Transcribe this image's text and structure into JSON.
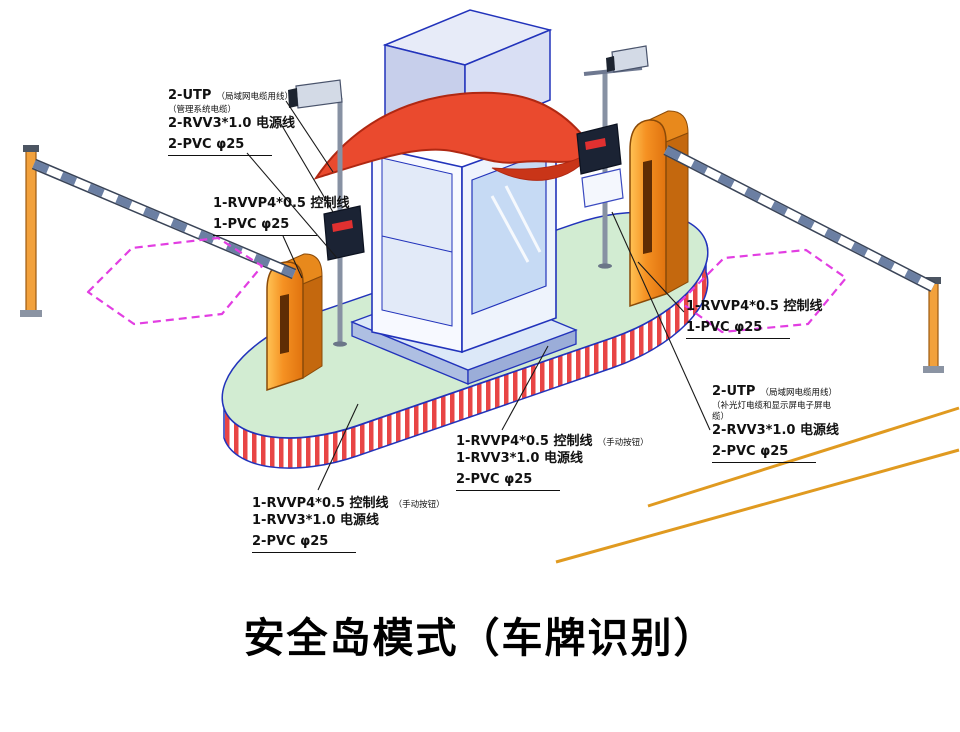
{
  "title": "安全岛模式（车牌识别）",
  "labels": {
    "top_left": {
      "line1": "2-UTP",
      "line1_paren": "（局域网电缆用线）",
      "line2": "（管理系统电缆）",
      "line3": "2-RVV3*1.0 电源线",
      "line4": "2-PVC φ25"
    },
    "left_mid": {
      "line1": "1-RVVP4*0.5 控制线",
      "line2": "1-PVC φ25"
    },
    "right_mid": {
      "line1": "1-RVVP4*0.5 控制线",
      "line2": "1-PVC φ25"
    },
    "right_lower": {
      "line1": "2-UTP",
      "line1_paren": "（局域网电缆用线）",
      "line2": "（补光灯电缆和显示屏电子屏电缆）",
      "line3": "2-RVV3*1.0 电源线",
      "line4": "2-PVC φ25"
    },
    "center_bottom": {
      "line1": "1-RVVP4*0.5 控制线",
      "line1_paren": "（手动按钮）",
      "line2": "1-RVV3*1.0 电源线",
      "line3": "2-PVC φ25"
    },
    "left_bottom": {
      "line1": "1-RVVP4*0.5 控制线",
      "line1_paren": "（手动按钮）",
      "line2": "1-RVV3*1.0 电源线",
      "line3": "2-PVC φ25"
    }
  },
  "colors": {
    "outline_blue": "#2233bb",
    "island_green": "#d2ecd2",
    "stripe_red": "#e84545",
    "roof_red": "#ea4a2e",
    "machine_orange": "#f59122",
    "zone_pink": "#e23ee2",
    "road_yellow": "#e09a20"
  }
}
